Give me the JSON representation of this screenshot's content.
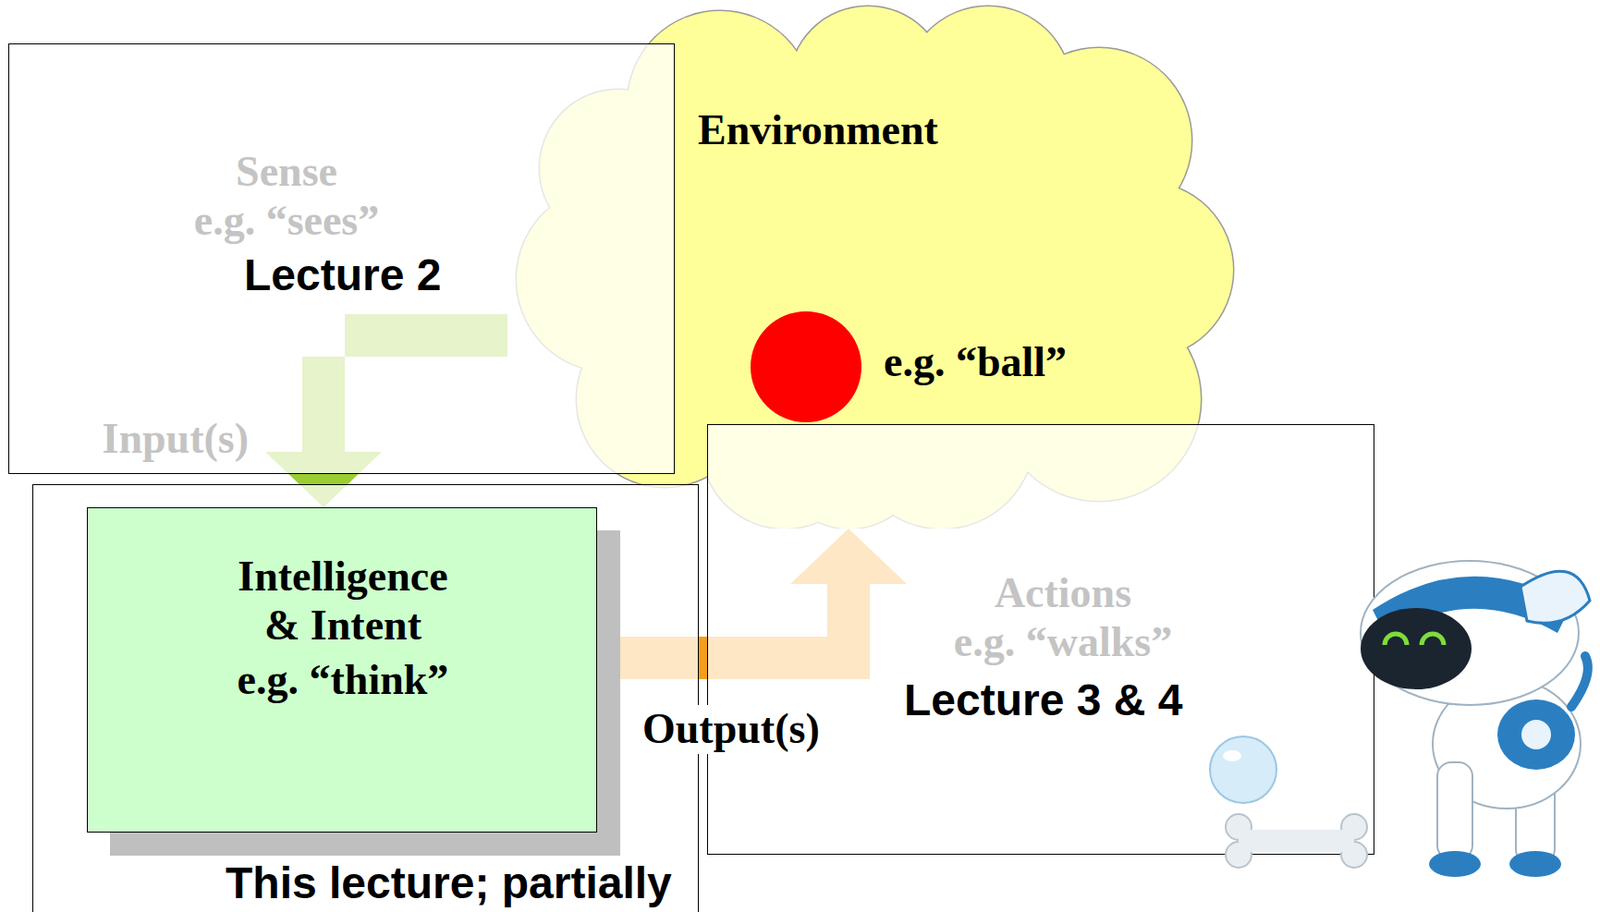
{
  "diagram": {
    "nodes": [
      {
        "text": [
          "Sense",
          "e.g. “sees”",
          "Lecture 2"
        ]
      },
      {
        "text": [
          "Environment",
          "e.g. “ball”"
        ]
      },
      {
        "text": [
          "This lecture; partially"
        ]
      },
      {
        "text": [
          "Intelligence & Intent",
          "e.g. “think”"
        ],
        "in": 2
      },
      {
        "text": [
          "Actions",
          "e.g. “walks”",
          "Lecture 3 & 4"
        ]
      }
    ],
    "edges": [
      {
        "from": 1,
        "to": 3,
        "arrow": "to",
        "label": "Input(s)"
      },
      {
        "from": 3,
        "to": 1,
        "arrow": "to",
        "label": "Output(s)"
      }
    ]
  }
}
